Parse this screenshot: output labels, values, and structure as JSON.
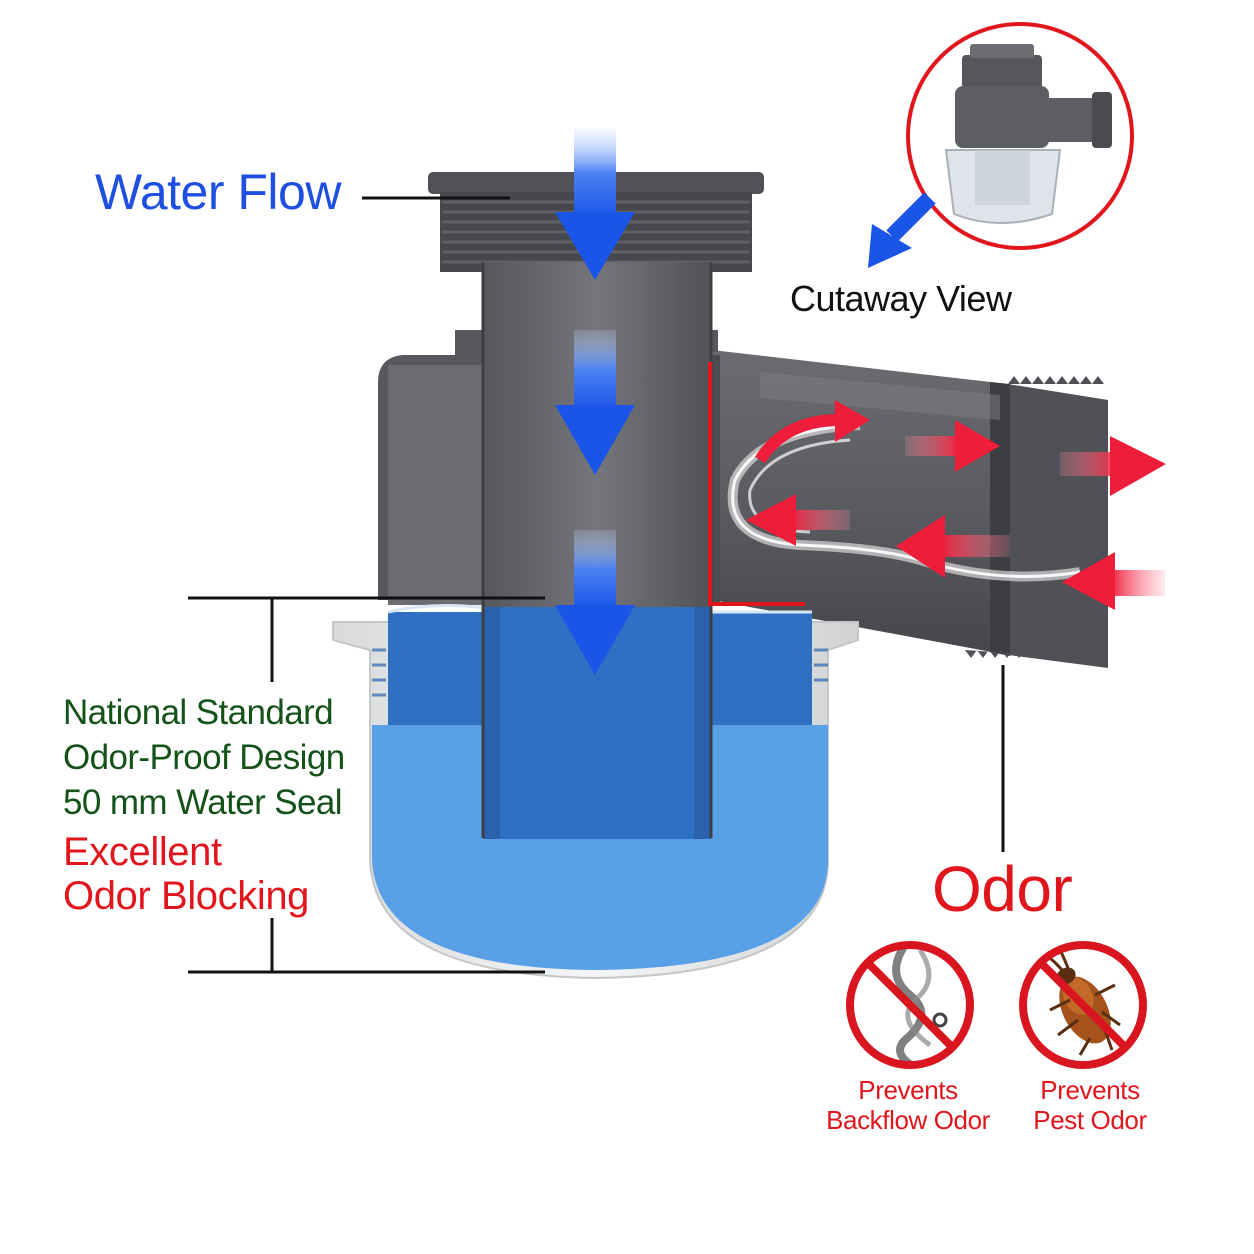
{
  "labels": {
    "water_flow": "Water Flow",
    "cutaway_view": "Cutaway View",
    "odor": "Odor"
  },
  "spec": {
    "lines": [
      "National Standard",
      "Odor-Proof Design",
      "50 mm Water Seal"
    ]
  },
  "highlight": {
    "lines": [
      "Excellent",
      "Odor Blocking"
    ]
  },
  "badges": [
    {
      "icon": "smoke-icon",
      "lines": [
        "Prevents",
        "Backflow Odor"
      ]
    },
    {
      "icon": "cockroach-icon",
      "lines": [
        "Prevents",
        "Pest Odor"
      ]
    }
  ],
  "colors": {
    "water_flow_text": "#1f4fe0",
    "spec_text": "#15521a",
    "alert_red": "#e1161d",
    "pipe_gray": "#5f6166",
    "water_blue": "#3d8fe0",
    "flow_arrow_blue": "#1a55e8",
    "odor_arrow_red": "#ee1d3a"
  }
}
